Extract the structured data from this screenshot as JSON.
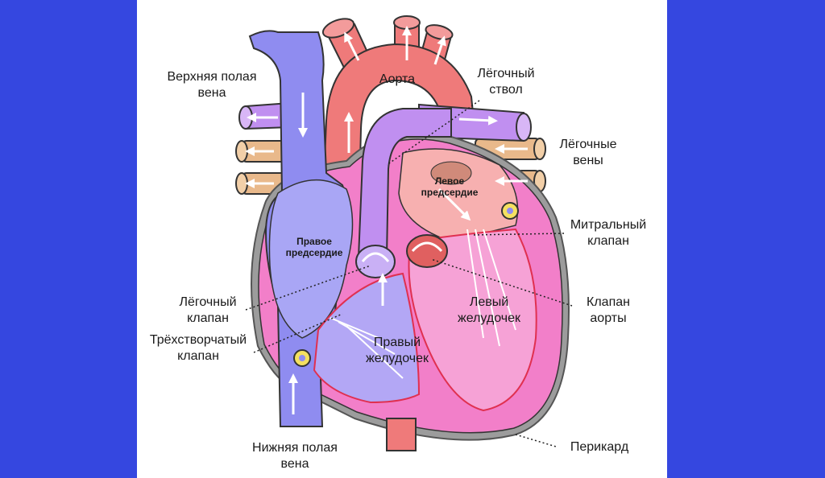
{
  "colors": {
    "background": "#3547e0",
    "panel": "#ffffff",
    "vein_blue": "#8f8cf0",
    "artery_red": "#ef7a7a",
    "pulmonary_purple": "#c08ff0",
    "pulmonary_vein_tan": "#e9b98b",
    "left_ventricle_pink": "#f27fc9",
    "right_ventricle_lilac": "#b3a7f5",
    "pericardium_grey": "#8c8c8c"
  },
  "labels": {
    "svc": "Верхняя полая\nвена",
    "aorta": "Аорта",
    "pulmonary_trunk": "Лёгочный\nствол",
    "pulmonary_veins": "Лёгочные\nвены",
    "left_atrium": "Левое\nпредсердие",
    "right_atrium": "Правое\nпредсердие",
    "mitral_valve": "Митральный\nклапан",
    "pulmonary_valve": "Лёгочный\nклапан",
    "aortic_valve": "Клапан\nаорты",
    "left_ventricle": "Левый\nжелудочек",
    "tricuspid_valve": "Трёхстворчатый\nклапан",
    "right_ventricle": "Правый\nжелудочек",
    "ivc": "Нижняя полая\nвена",
    "pericardium": "Перикард"
  }
}
